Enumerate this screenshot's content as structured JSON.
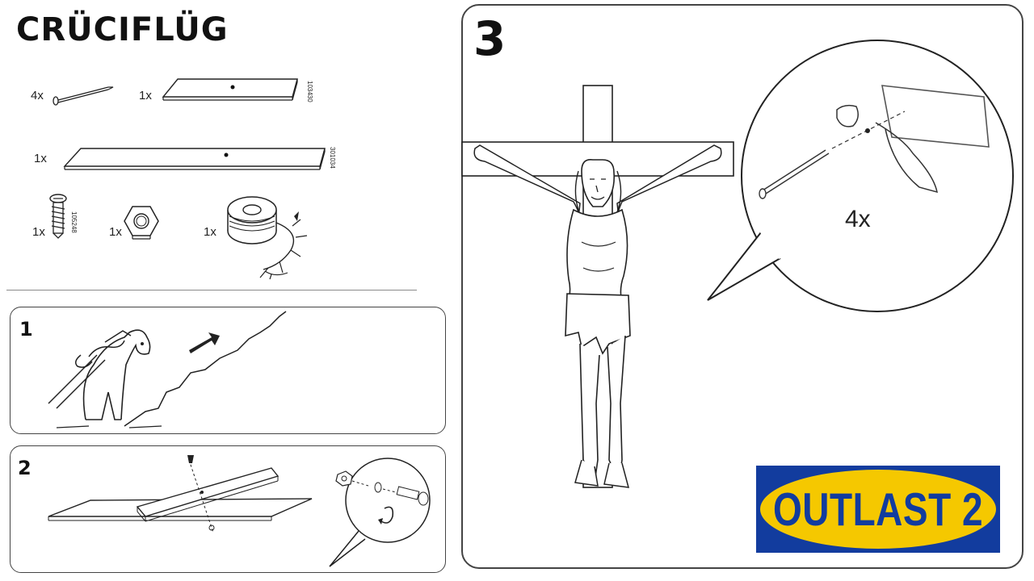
{
  "title": "CRÜCIFLÜG",
  "parts": {
    "nail_qty": "4x",
    "short_board_qty": "1x",
    "short_board_pn": "103430",
    "long_board_qty": "1x",
    "long_board_pn": "301034",
    "screw_qty": "1x",
    "screw_pn": "105248",
    "nut_qty": "1x",
    "crown_qty": "1x"
  },
  "steps": {
    "step1": "1",
    "step2": "2",
    "step3": "3",
    "step3_nail_qty": "4x"
  },
  "logo": {
    "text": "OUTLAST 2",
    "bg_color": "#123c9e",
    "ellipse_color": "#f5c800",
    "text_color": "#123c9e"
  }
}
